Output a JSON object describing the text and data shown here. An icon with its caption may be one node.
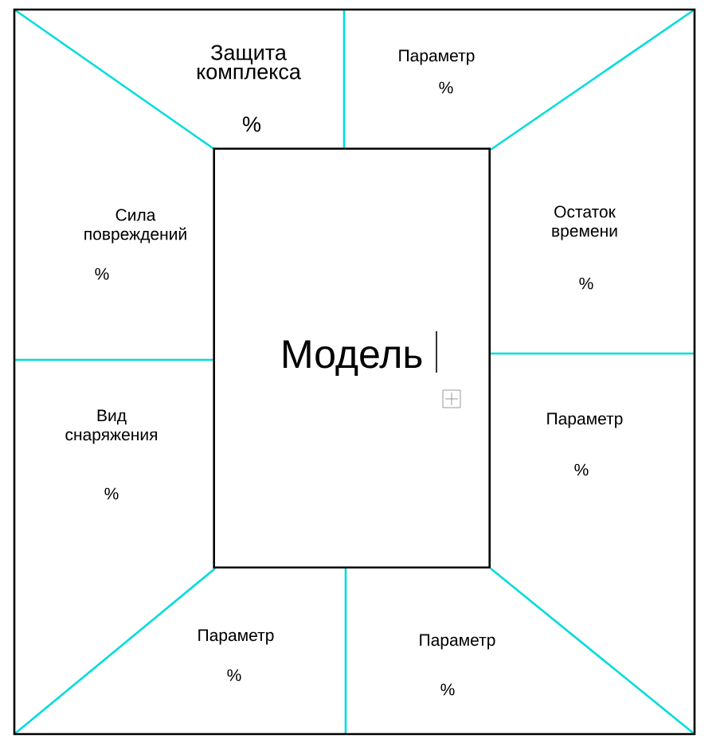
{
  "diagram": {
    "nodes": [
      {
        "text": [],
        "shape": "box"
      },
      {
        "text": [
          "Модель"
        ],
        "in": 0
      }
    ],
    "edges": [],
    "labels": [
      "Защита комплекса",
      "%",
      "Параметр",
      "%",
      "Сила повреждений",
      "%",
      "Остаток времени",
      "%",
      "Вид снаряжения",
      "%",
      "Параметр",
      "%",
      "Параметр",
      "%",
      "Параметр",
      "%"
    ]
  }
}
